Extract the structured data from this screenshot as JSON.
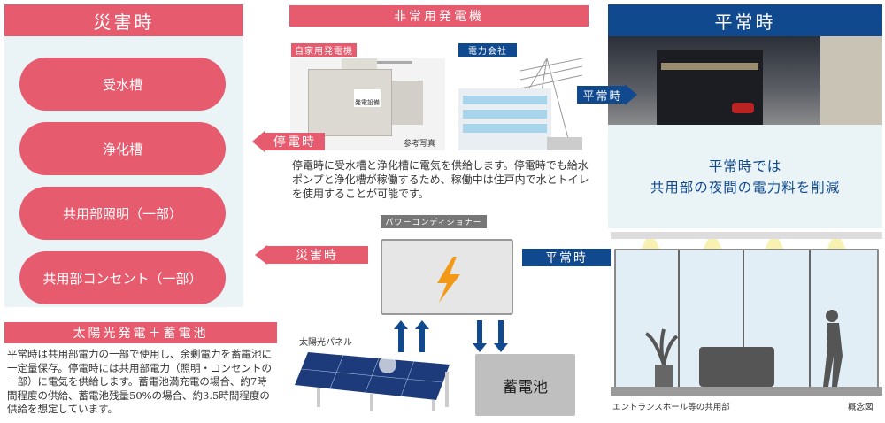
{
  "disaster": {
    "title": "災害時",
    "items": [
      "受水槽",
      "浄化槽",
      "共用部照明（一部）",
      "共用部コンセント（一部）"
    ]
  },
  "solar": {
    "title": "太陽光発電＋蓄電池",
    "text": "平常時は共用部電力の一部で使用し、余剰電力を蓄電池に一定量保存。停電時には共用部電力（照明・コンセントの一部）に電気を供給します。蓄電池満充電の場合、約7時間程度の供給、蓄電池残量50%の場合、約3.5時間程度の供給を想定しています。"
  },
  "generator": {
    "title": "非常用発電機",
    "own_label": "自家用発電機",
    "own_sign": "発電設備",
    "photo_note": "参考写真",
    "utility_label": "電力会社",
    "outage_arrow": "停電時",
    "text": "停電時に受水槽と浄化槽に電気を供給します。停電時でも給水ポンプと浄化槽が稼働するため、稼働中は住戸内で水とトイレを使用することが可能です。"
  },
  "pcs": {
    "label": "パワーコンディショナー",
    "disaster_arrow": "災害時",
    "normal_arrow": "平常時"
  },
  "panel_label": "太陽光パネル",
  "battery_label": "蓄電池",
  "normal": {
    "title": "平常時",
    "tag": "平常時",
    "text_line1": "平常時では",
    "text_line2": "共用部の夜間の電力料を削減",
    "caption": "エントランスホール等の共用部",
    "concept": "概念図"
  },
  "colors": {
    "pink": "#e65b6e",
    "blue": "#11498f",
    "panel_bg": "#eaf3f5"
  }
}
